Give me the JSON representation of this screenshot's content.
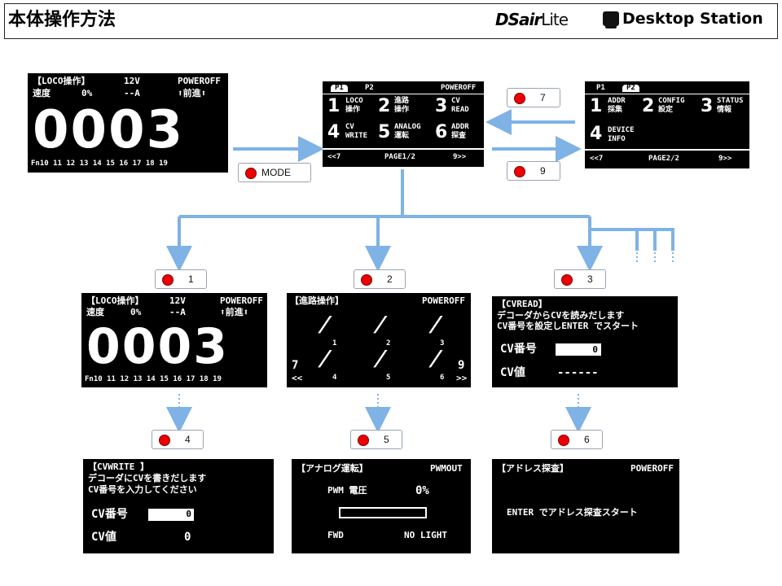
{
  "header": {
    "title": "本体操作方法",
    "logo_dsair_main": "DSair",
    "logo_dsair_suffix": "Lite",
    "logo_station": "Desktop Station"
  },
  "loco_screen": {
    "header_left": "【LOCO操作】",
    "voltage": "12V",
    "power": "POWEROFF",
    "speed_label": "速度",
    "speed_value": "0%",
    "current": "--A",
    "direction": "⬆前進⬆",
    "address": "0003",
    "functions": "Fn10 11 12 13 14 15 16 17 18 19"
  },
  "menu_page1": {
    "tab1": "P1",
    "tab2": "P2",
    "power": "POWEROFF",
    "items": [
      {
        "num": "1",
        "top": "LOCO",
        "bottom": "操作"
      },
      {
        "num": "2",
        "top": "進路",
        "bottom": "操作"
      },
      {
        "num": "3",
        "top": "CV",
        "bottom": "READ"
      },
      {
        "num": "4",
        "top": "CV",
        "bottom": "WRITE"
      },
      {
        "num": "5",
        "top": "ANALOG",
        "bottom": "運転"
      },
      {
        "num": "6",
        "top": "ADDR",
        "bottom": "探査"
      }
    ],
    "nav_left": "<<7",
    "page": "PAGE1/2",
    "nav_right": "9>>"
  },
  "menu_page2": {
    "tab1": "P1",
    "tab2": "P2",
    "items": [
      {
        "num": "1",
        "top": "ADDR",
        "bottom": "採集"
      },
      {
        "num": "2",
        "top": "CONFIG",
        "bottom": "設定"
      },
      {
        "num": "3",
        "top": "STATUS",
        "bottom": "情報"
      },
      {
        "num": "4",
        "top": "DEVICE",
        "bottom": "INFO"
      }
    ],
    "nav_left": "<<7",
    "page": "PAGE2/2",
    "nav_right": "9>>"
  },
  "route_screen": {
    "header_left": "【進路操作】",
    "power": "POWEROFF",
    "labels": [
      "1",
      "2",
      "3",
      "4",
      "5",
      "6"
    ],
    "left_num": "7",
    "left_nav": "<<",
    "right_num": "9",
    "right_nav": ">>"
  },
  "cvread_screen": {
    "header": "【CVREAD】",
    "line1": "デコーダからCVを読みだします",
    "line2": "CV番号を設定しENTER でスタート",
    "cv_no_label": "CV番号",
    "cv_no_value": "0",
    "cv_val_label": "CV値",
    "cv_val_value": "------"
  },
  "cvwrite_screen": {
    "header": "【CVWRITE 】",
    "line1": "デコーダにCVを書きだします",
    "line2": "CV番号を入力してください",
    "cv_no_label": "CV番号",
    "cv_no_value": "0",
    "cv_val_label": "CV値",
    "cv_val_value": "0"
  },
  "analog_screen": {
    "header": "【アナログ運転】",
    "mode": "PWMOUT",
    "pwm_label": "PWM 電圧",
    "pwm_value": "0%",
    "direction": "FWD",
    "light": "NO LIGHT"
  },
  "addr_screen": {
    "header": "【アドレス探査】",
    "power": "POWEROFF",
    "message": "ENTER でアドレス探査スタート"
  },
  "buttons": {
    "mode": "MODE",
    "b7": "7",
    "b9": "9",
    "b1": "1",
    "b2": "2",
    "b3": "3",
    "b4": "4",
    "b5": "5",
    "b6": "6"
  },
  "colors": {
    "arrow": "#7fb2e5",
    "button_dot": "#ee0000",
    "screen_bg": "#000000",
    "screen_fg": "#ffffff"
  }
}
